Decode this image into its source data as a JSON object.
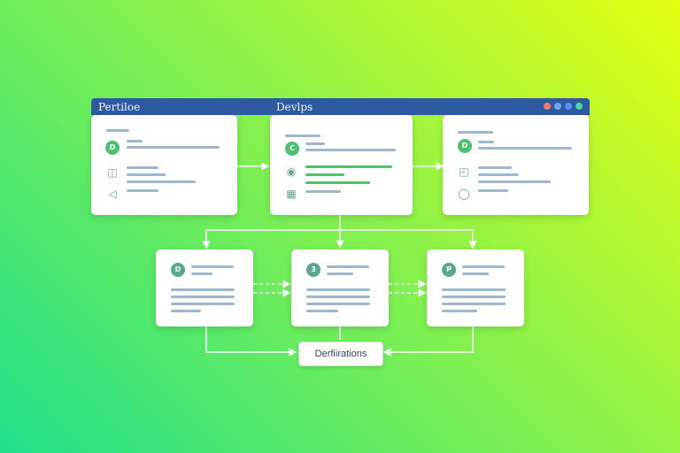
{
  "window": {
    "title_left": "Pertiloe",
    "title_center": "Devlps",
    "dot_colors": [
      "#f07a6a",
      "#6fa8f5",
      "#5d8ff0",
      "#4fd39a"
    ]
  },
  "cards_top": [
    {
      "icons": [
        "D",
        "briefcase-icon",
        "send-icon"
      ]
    },
    {
      "icons": [
        "C",
        "pin-icon",
        "building-icon"
      ]
    },
    {
      "icons": [
        "D",
        "basket-icon",
        "search-icon"
      ]
    }
  ],
  "cards_mid": [
    {
      "badge": "D"
    },
    {
      "badge": "3"
    },
    {
      "badge": "P"
    }
  ],
  "definitions_label": "Derfiirations",
  "colors": {
    "header": "#2d5aa0",
    "accent_green": "#4fc36c",
    "line_gray": "#9eb7cc",
    "connector": "#ffffff"
  }
}
